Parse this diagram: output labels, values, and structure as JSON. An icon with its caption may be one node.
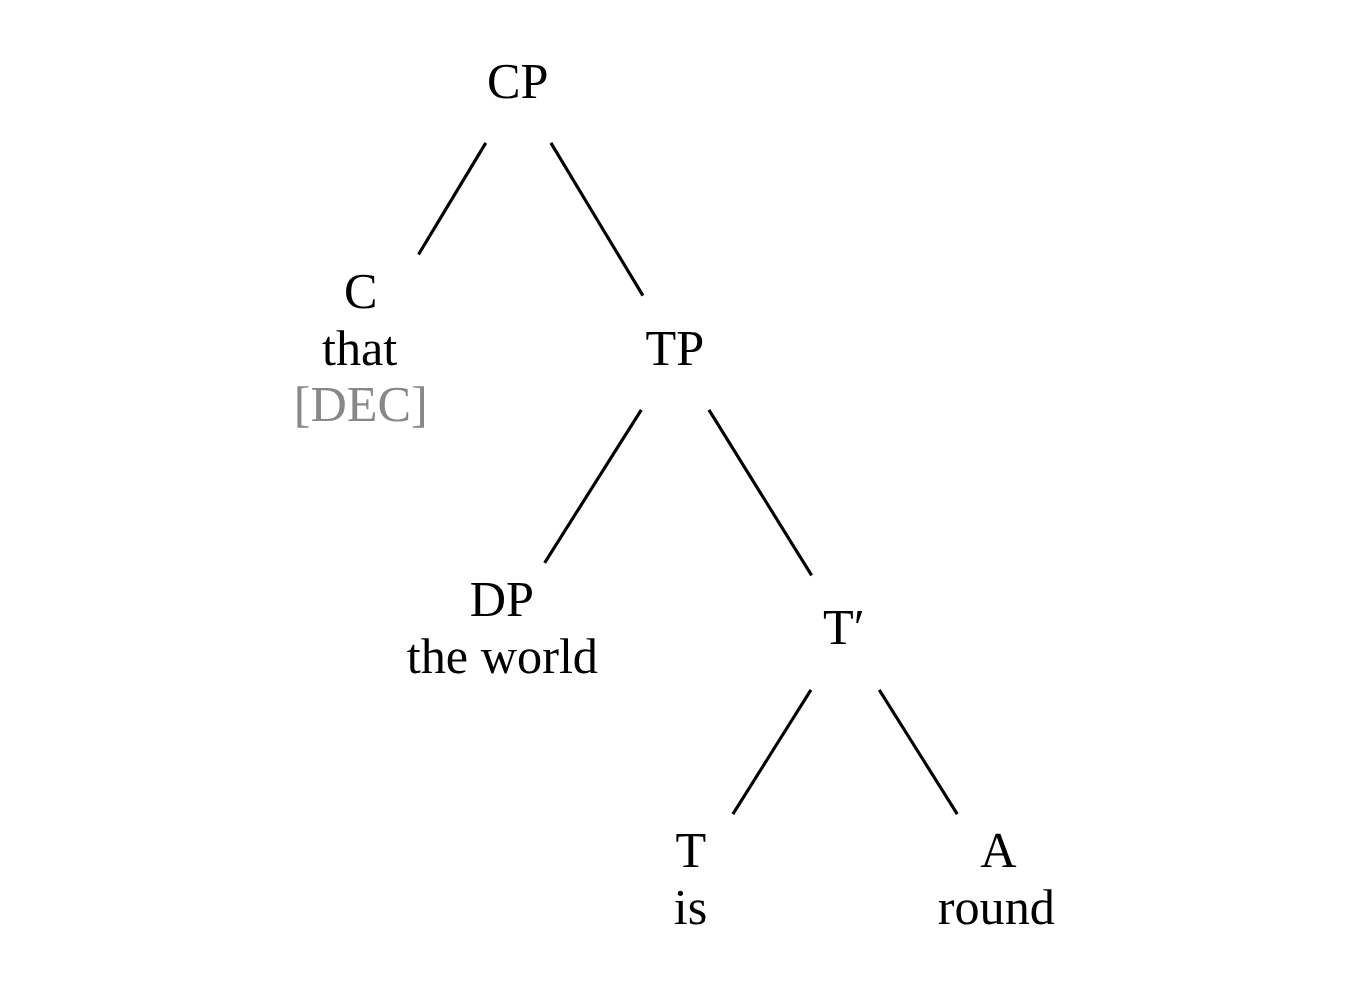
{
  "diagram": {
    "nodes": [
      {
        "text": [
          "CP"
        ]
      },
      {
        "text": [
          "C",
          "that",
          "[DEC]"
        ]
      },
      {
        "text": [
          "TP"
        ]
      },
      {
        "text": [
          "DP",
          "the world"
        ]
      },
      {
        "text": [
          "T′"
        ]
      },
      {
        "text": [
          "T",
          "is"
        ]
      },
      {
        "text": [
          "A",
          "round"
        ]
      }
    ],
    "edges": [
      {
        "from": 0,
        "to": 1,
        "arrow": "none"
      },
      {
        "from": 0,
        "to": 2,
        "arrow": "none"
      },
      {
        "from": 2,
        "to": 3,
        "arrow": "none"
      },
      {
        "from": 2,
        "to": 4,
        "arrow": "none"
      },
      {
        "from": 4,
        "to": 5,
        "arrow": "none"
      },
      {
        "from": 4,
        "to": 6,
        "arrow": "none"
      }
    ]
  }
}
